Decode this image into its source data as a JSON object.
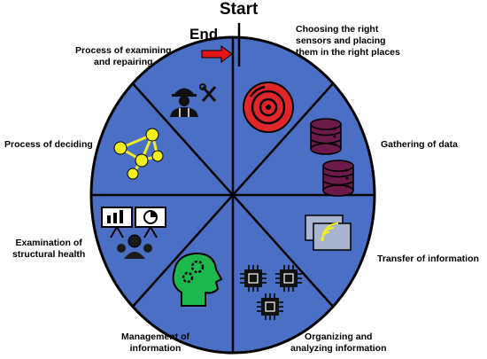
{
  "diagram": {
    "start_label": "Start",
    "end_label": "End",
    "colors": {
      "disc": "#4a6fc4",
      "divider": "#000000",
      "arrow": "#e8141c",
      "sensor": "#e0262a",
      "database": "#6b1a4a",
      "network": "#f2ee1e",
      "brain": "#1db94e",
      "chip": "#111111"
    },
    "stages": [
      {
        "lines": [
          "Choosing the right",
          "sensors and placing",
          "them in the right places"
        ],
        "icon": "sensor-disc-icon"
      },
      {
        "lines": [
          "Gathering of data"
        ],
        "icon": "database-icon"
      },
      {
        "lines": [
          "Transfer of information"
        ],
        "icon": "wireless-transfer-icon"
      },
      {
        "lines": [
          "Organizing and",
          "analyzing information"
        ],
        "icon": "chip-icon"
      },
      {
        "lines": [
          "Management of",
          "information"
        ],
        "icon": "brain-gears-icon"
      },
      {
        "lines": [
          "Examination of",
          "structural health"
        ],
        "icon": "presentation-icon"
      },
      {
        "lines": [
          "Process of deciding"
        ],
        "icon": "network-people-icon"
      },
      {
        "lines": [
          "Process of examining",
          "and repairing"
        ],
        "icon": "engineer-tools-icon"
      }
    ]
  }
}
